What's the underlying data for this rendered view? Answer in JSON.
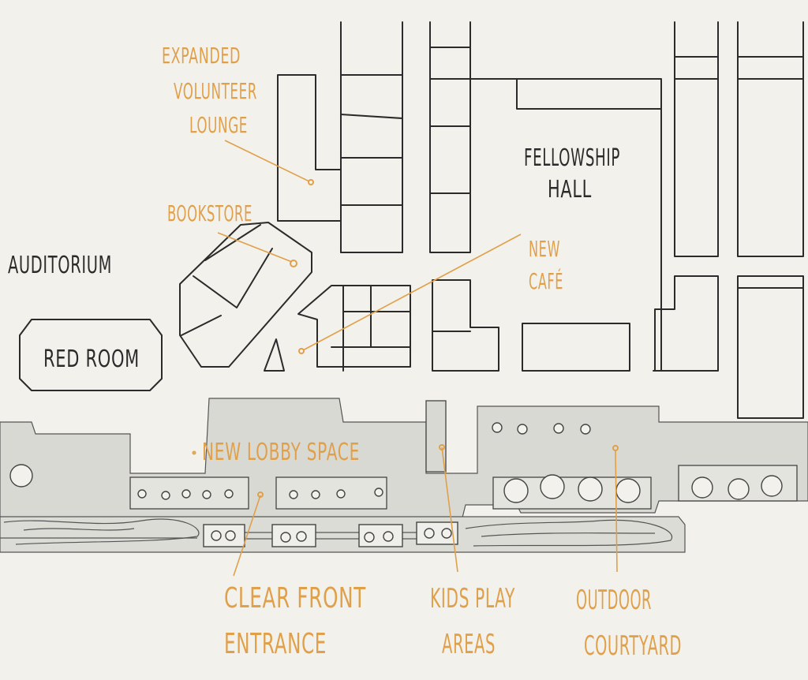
{
  "labels": {
    "auditorium": "AUDITORIUM",
    "red_room": "RED ROOM",
    "fellowship_line1": "FELLOWSHIP",
    "fellowship_line2": "HALL",
    "volunteer_line1": "EXPANDED",
    "volunteer_line2": "VOLUNTEER",
    "volunteer_line3": "LOUNGE",
    "bookstore": "BOOKSTORE",
    "cafe_line1": "NEW",
    "cafe_line2": "CAFÉ",
    "lobby": "NEW LOBBY SPACE",
    "entrance_line1": "CLEAR FRONT",
    "entrance_line2": "ENTRANCE",
    "kids_line1": "KIDS PLAY",
    "kids_line2": "AREAS",
    "courtyard_line1": "OUTDOOR",
    "courtyard_line2": "COURTYARD"
  },
  "colors": {
    "background": "#f3f1ec",
    "ink": "#2b2b2b",
    "callout": "#e0a04a",
    "new_space_fill": "#d9d9d4"
  }
}
